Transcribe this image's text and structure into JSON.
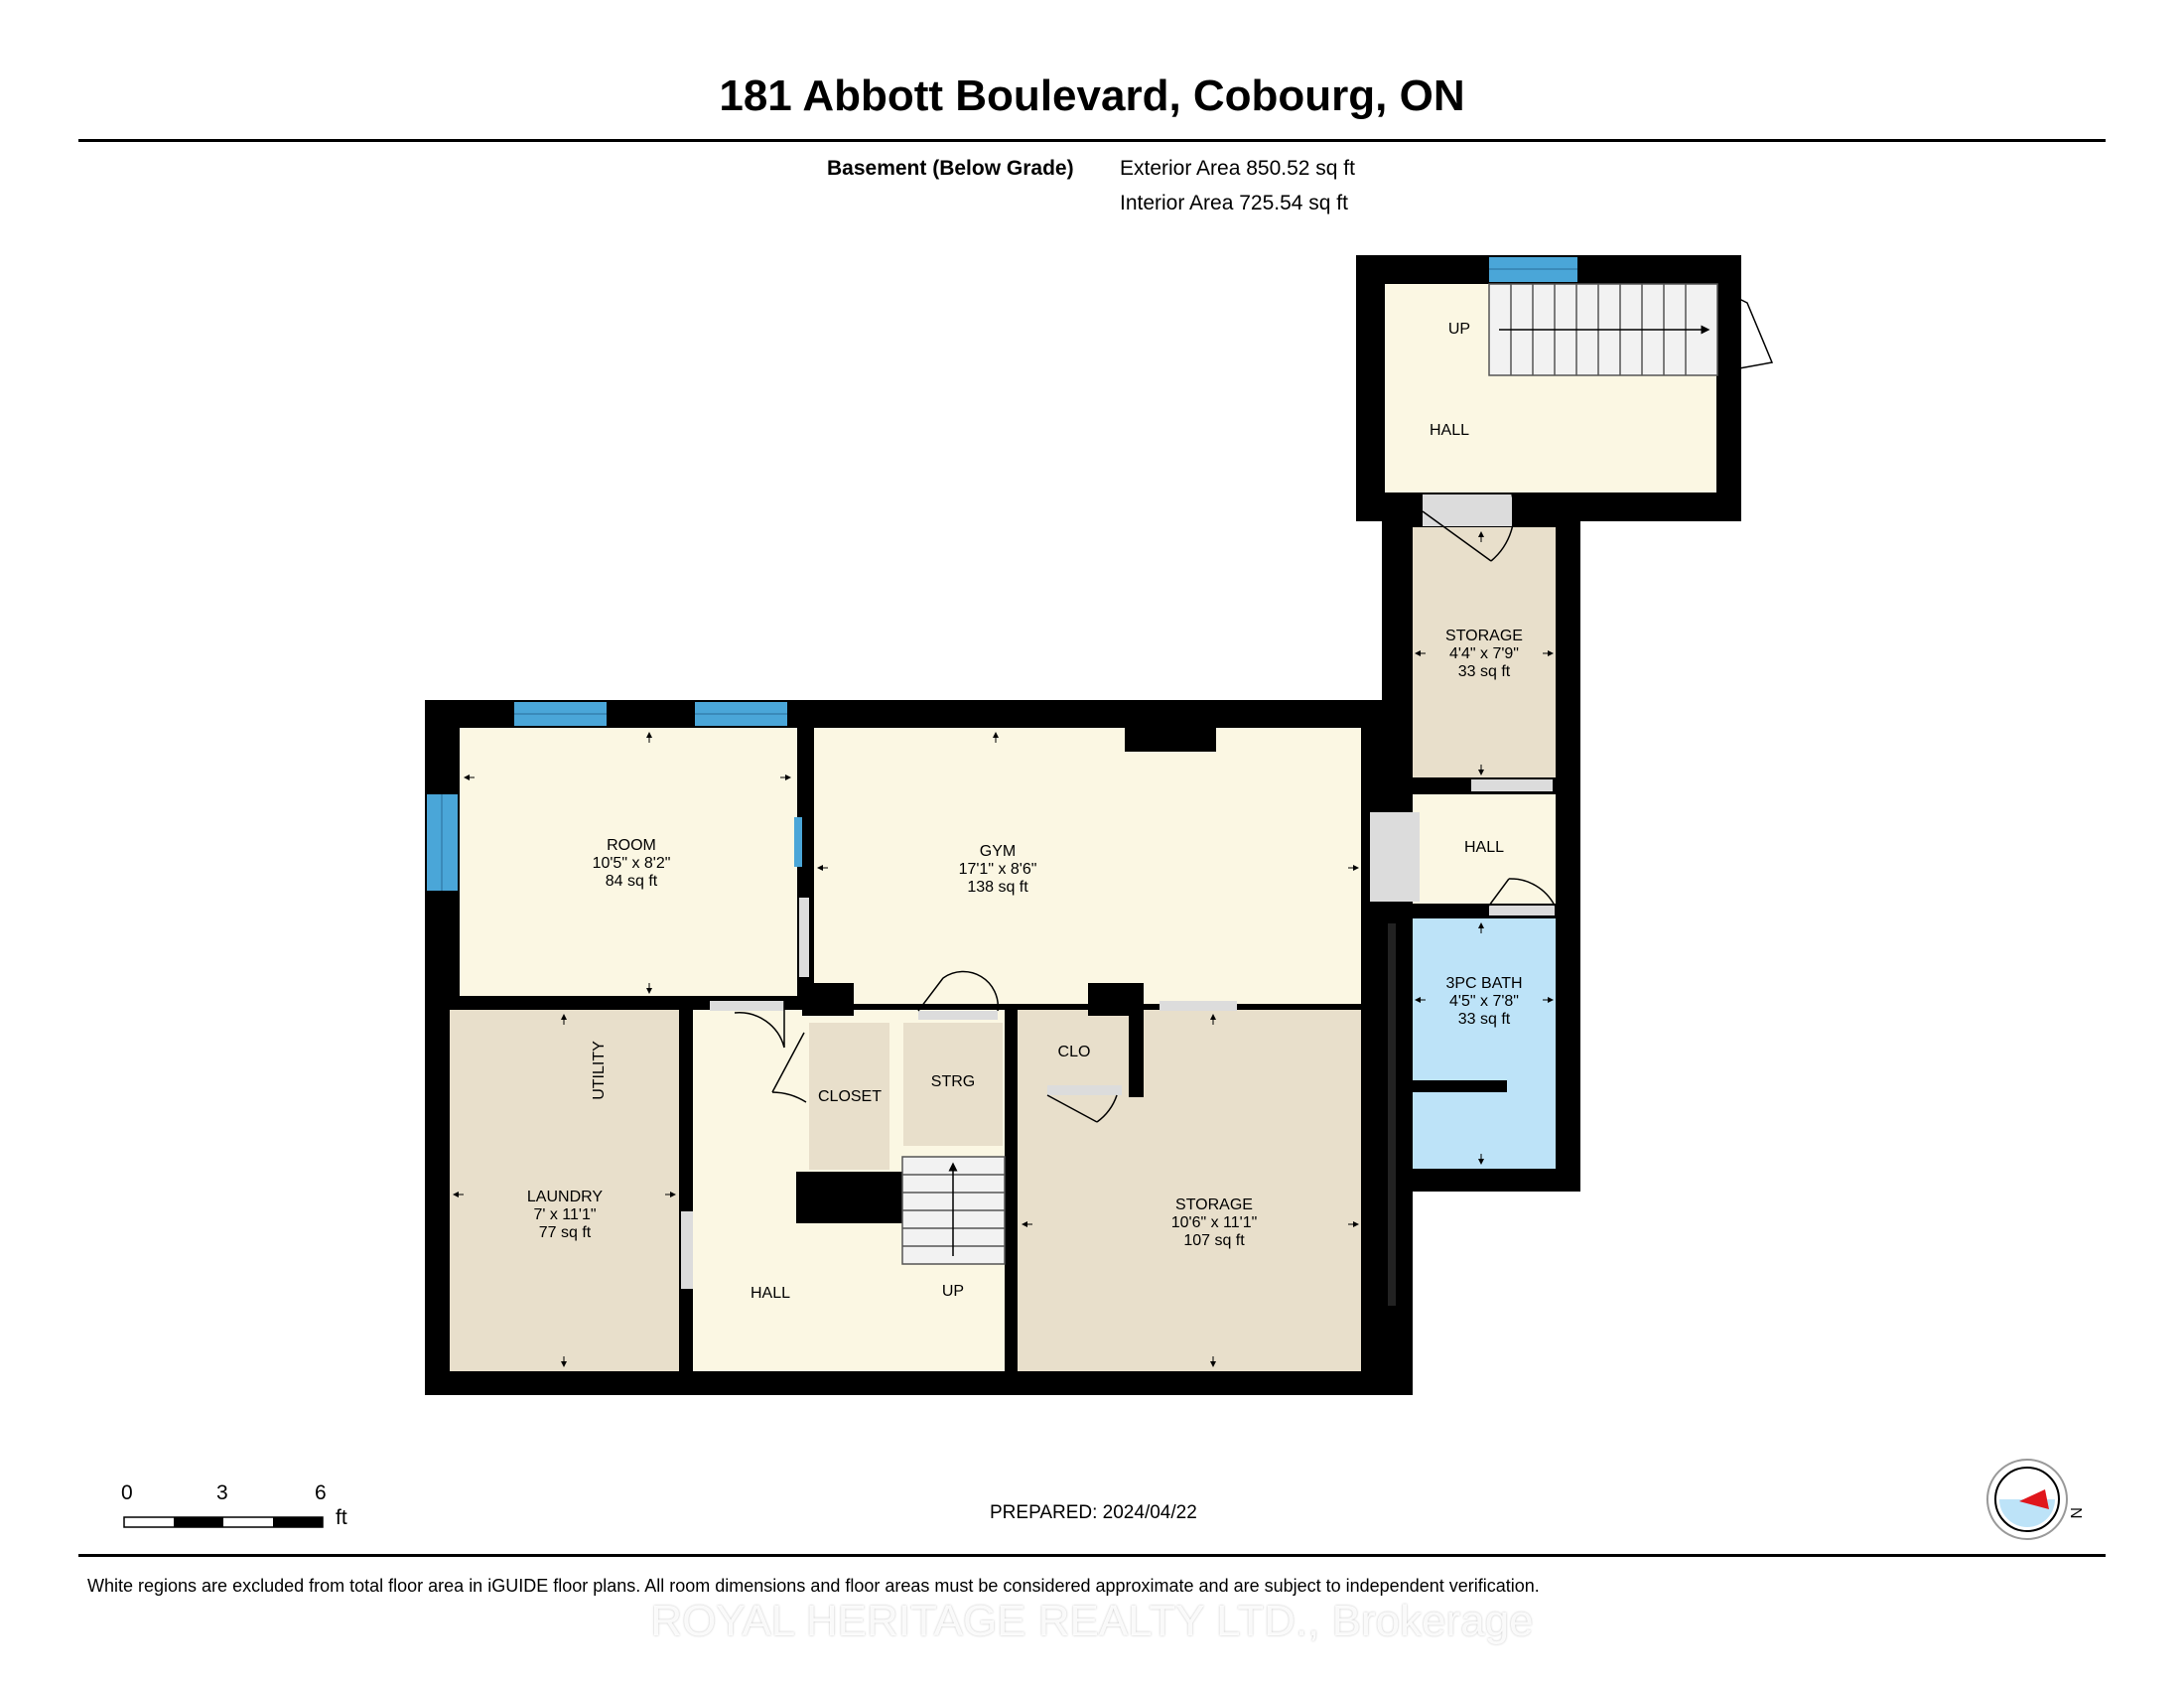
{
  "header": {
    "title": "181 Abbott Boulevard, Cobourg, ON",
    "floor_label": "Basement (Below Grade)",
    "exterior_area": "Exterior Area 850.52 sq ft",
    "interior_area": "Interior Area 725.54 sq ft"
  },
  "rooms": {
    "room": {
      "name": "ROOM",
      "dims": "10'5\" x 8'2\"",
      "area": "84 sq ft"
    },
    "gym": {
      "name": "GYM",
      "dims": "17'1\" x 8'6\"",
      "area": "138 sq ft"
    },
    "laundry": {
      "name": "LAUNDRY",
      "dims": "7' x 11'1\"",
      "area": "77 sq ft"
    },
    "utility": {
      "name": "UTILITY"
    },
    "storage_main": {
      "name": "STORAGE",
      "dims": "10'6\" x 11'1\"",
      "area": "107 sq ft"
    },
    "storage_upper": {
      "name": "STORAGE",
      "dims": "4'4\" x 7'9\"",
      "area": "33 sq ft"
    },
    "bath": {
      "name": "3PC BATH",
      "dims": "4'5\" x 7'8\"",
      "area": "33 sq ft"
    },
    "closet": {
      "name": "CLOSET"
    },
    "strg": {
      "name": "STRG"
    },
    "clo": {
      "name": "CLO"
    },
    "hall_lower": {
      "name": "HALL"
    },
    "hall_mid": {
      "name": "HALL"
    },
    "hall_top": {
      "name": "HALL"
    },
    "up_lower": {
      "name": "UP"
    },
    "up_top": {
      "name": "UP"
    }
  },
  "scale": {
    "ticks": [
      "0",
      "3",
      "6"
    ],
    "unit": "ft"
  },
  "compass": {
    "label": "N"
  },
  "footer": {
    "prepared": "PREPARED: 2024/04/22",
    "disclaimer": "White regions are excluded from total floor area in iGUIDE floor plans. All room dimensions and floor areas must be considered approximate and are subject to independent verification.",
    "watermark": "ROYAL HERITAGE REALTY LTD., Brokerage"
  },
  "colors": {
    "wall": "#000000",
    "cream": "#fbf7e3",
    "tan": "#e8dfcb",
    "bath_blue": "#bde3f8",
    "window_blue": "#4aa6d8",
    "stair_gray": "#f2f2f2",
    "compass_red": "#e0161c"
  }
}
